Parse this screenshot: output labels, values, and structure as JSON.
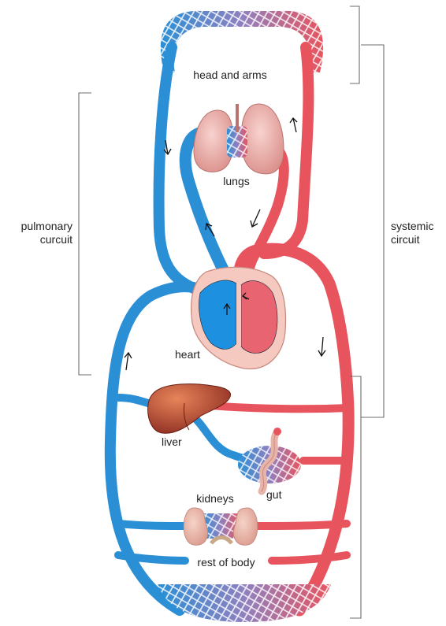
{
  "labels": {
    "head_and_arms": "head and arms",
    "lungs": "lungs",
    "heart": "heart",
    "liver": "liver",
    "gut": "gut",
    "kidneys": "kidneys",
    "rest_of_body": "rest of body",
    "pulmonary_line1": "pulmonary",
    "pulmonary_line2": "curcuit",
    "systemic_line1": "systemic",
    "systemic_line2": "circuit"
  },
  "colors": {
    "deoxygenated_blood": "#2b8fd6",
    "oxygenated_blood": "#e8545e",
    "capillary_network": "#7a6fb0",
    "organ_tissue": "#f0b5b0",
    "liver": "#b8472e",
    "bracket_line": "#6d6d6d"
  }
}
